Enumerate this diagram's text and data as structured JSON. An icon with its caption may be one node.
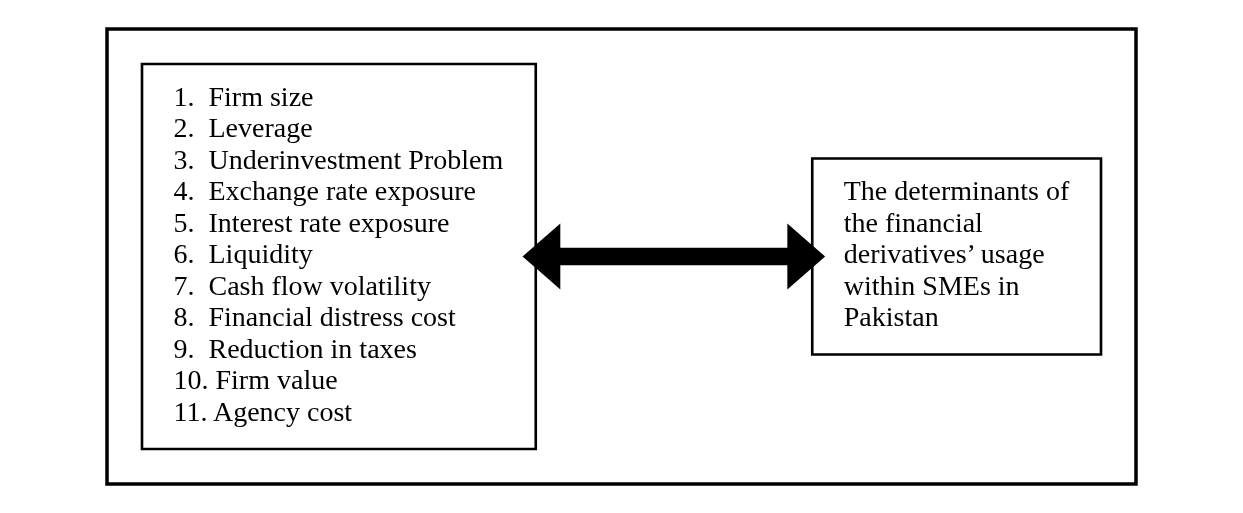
{
  "diagram": {
    "nodes": [
      {
        "text": [],
        "shape": "box"
      },
      {
        "text": [
          "1.  Firm size",
          "2.  Leverage",
          "3.  Underinvestment Problem",
          "4.  Exchange rate exposure",
          "5.  Interest rate exposure",
          "6.  Liquidity",
          "7.  Cash flow volatility",
          "8.  Financial distress cost",
          "9.  Reduction in taxes",
          "10. Firm value",
          "11. Agency cost"
        ],
        "in": 0
      },
      {
        "text": [
          "The determinants of the financial derivatives’ usage within SMEs in Pakistan"
        ],
        "in": 0
      }
    ],
    "edges": [
      {
        "from": 1,
        "to": 2,
        "arrow": "both"
      }
    ]
  }
}
